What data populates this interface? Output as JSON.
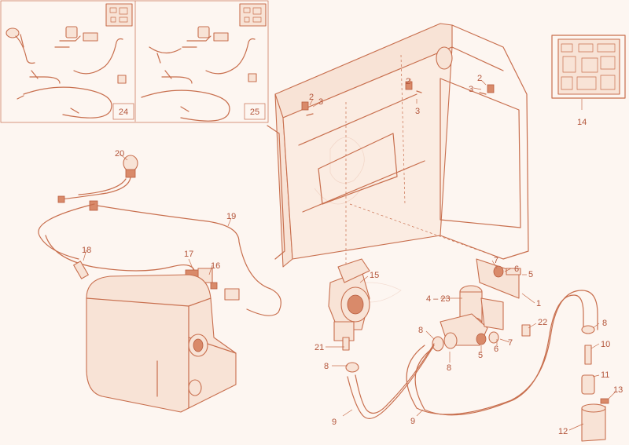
{
  "callouts": {
    "c1": "1",
    "c2a": "2",
    "c2b": "2",
    "c2c": "2",
    "c3a": "3",
    "c3b": "3",
    "c3c": "3",
    "c4_23": "4 – 23",
    "c5a": "5",
    "c5b": "5",
    "c6a": "6",
    "c6b": "6",
    "c7a": "7",
    "c7b": "7",
    "c8a": "8",
    "c8b": "8",
    "c8c": "8",
    "c8d": "8",
    "c9a": "9",
    "c9b": "9",
    "c10": "10",
    "c11": "11",
    "c12": "12",
    "c13": "13",
    "c14": "14",
    "c15": "15",
    "c16": "16",
    "c17": "17",
    "c18": "18",
    "c19": "19",
    "c20": "20",
    "c21": "21",
    "c22": "22"
  },
  "insets": {
    "inset_24": "24",
    "inset_25": "25"
  },
  "colors": {
    "line": "#c86f4e",
    "fill": "#f8e3d6",
    "background": "#fdf6f1"
  }
}
